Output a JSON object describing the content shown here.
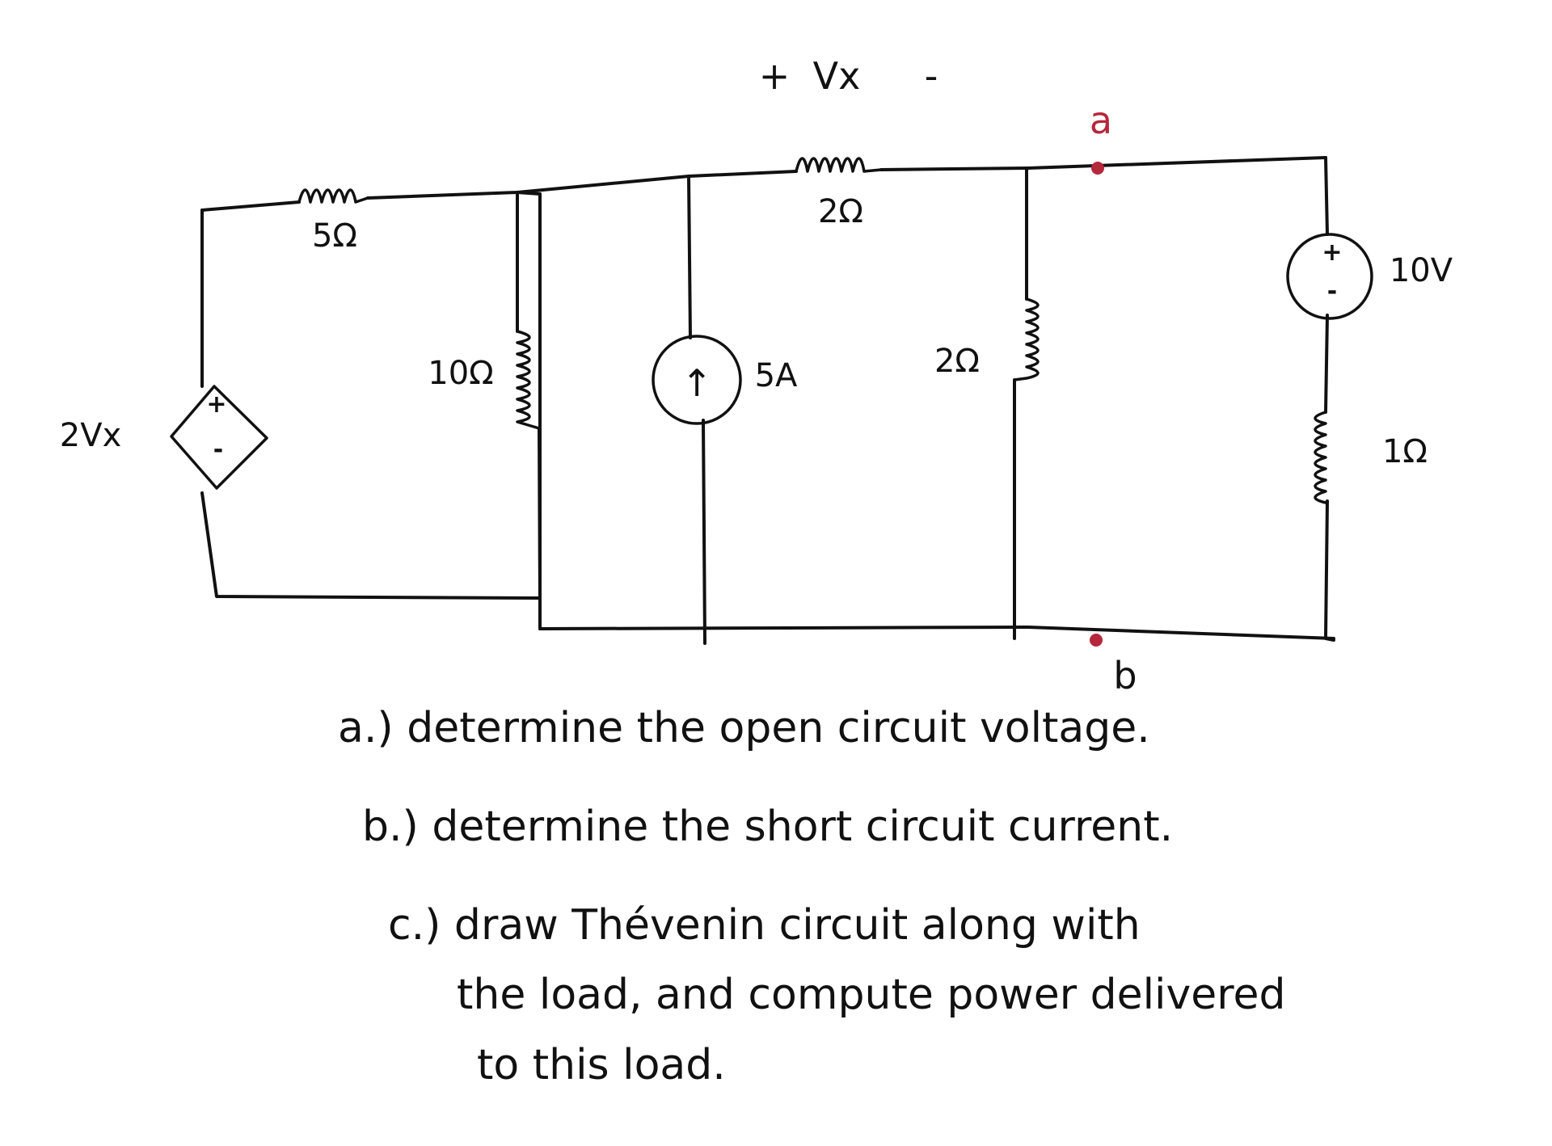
{
  "circuit": {
    "labels": {
      "vx_plus": "+",
      "vx_name": "Vx",
      "vx_minus": "-",
      "r_top_left": "5Ω",
      "r_top_mid": "2Ω",
      "r_left_vertical": "10Ω",
      "current_source": "5A",
      "r_right_vertical": "2Ω",
      "voltage_source": "10V",
      "r_load": "1Ω",
      "dependent_source": "2Vx",
      "dep_plus": "+",
      "dep_minus": "-",
      "vs_plus": "+",
      "vs_minus": "-",
      "current_arrow": "↑"
    },
    "terminals": {
      "a": "a",
      "b": "b"
    },
    "colors": {
      "wire": "#111111",
      "terminal": "#b5273b"
    }
  },
  "tasks": {
    "a": "a.) determine the open circuit voltage.",
    "b": "b.) determine the short circuit current.",
    "c_line1": "c.) draw Thévenin circuit along with",
    "c_line2": "the load, and compute power delivered",
    "c_line3": "to this load."
  }
}
